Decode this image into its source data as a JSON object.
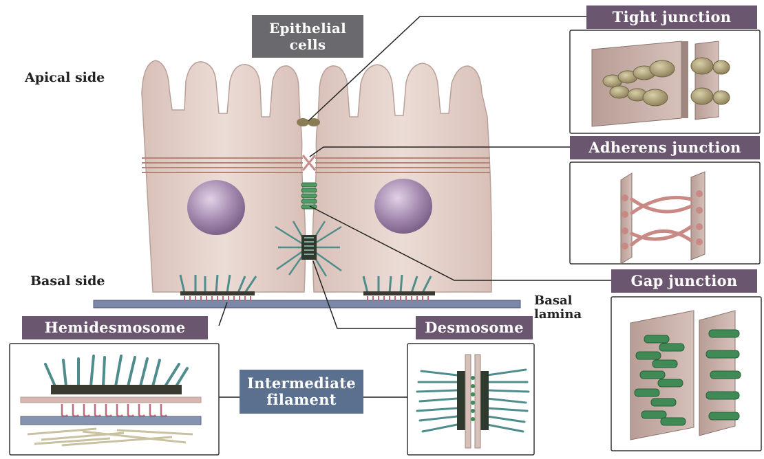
{
  "labels": {
    "epithelial_cells": "Epithelial cells",
    "apical_side": "Apical side",
    "basal_side": "Basal side",
    "basal_lamina": "Basal lamina",
    "tight_junction": "Tight junction",
    "adherens_junction": "Adherens junction",
    "gap_junction": "Gap junction",
    "hemidesmosome": "Hemidesmosome",
    "desmosome": "Desmosome",
    "intermediate_filament": "Intermediate filament"
  },
  "colors": {
    "cell": "#e3cfc8",
    "cell_outline": "#b8a098",
    "nucleus": "#a58ab0",
    "tag_purple": "#6b5670",
    "tag_gray": "#69696e",
    "tag_blue": "#5b6f8f",
    "filament": "#4f8c8c",
    "gap_green": "#3f8a55",
    "adherens_pink": "#c98a86",
    "membrane": "#b79d95",
    "lamina": "#7a87a6"
  }
}
